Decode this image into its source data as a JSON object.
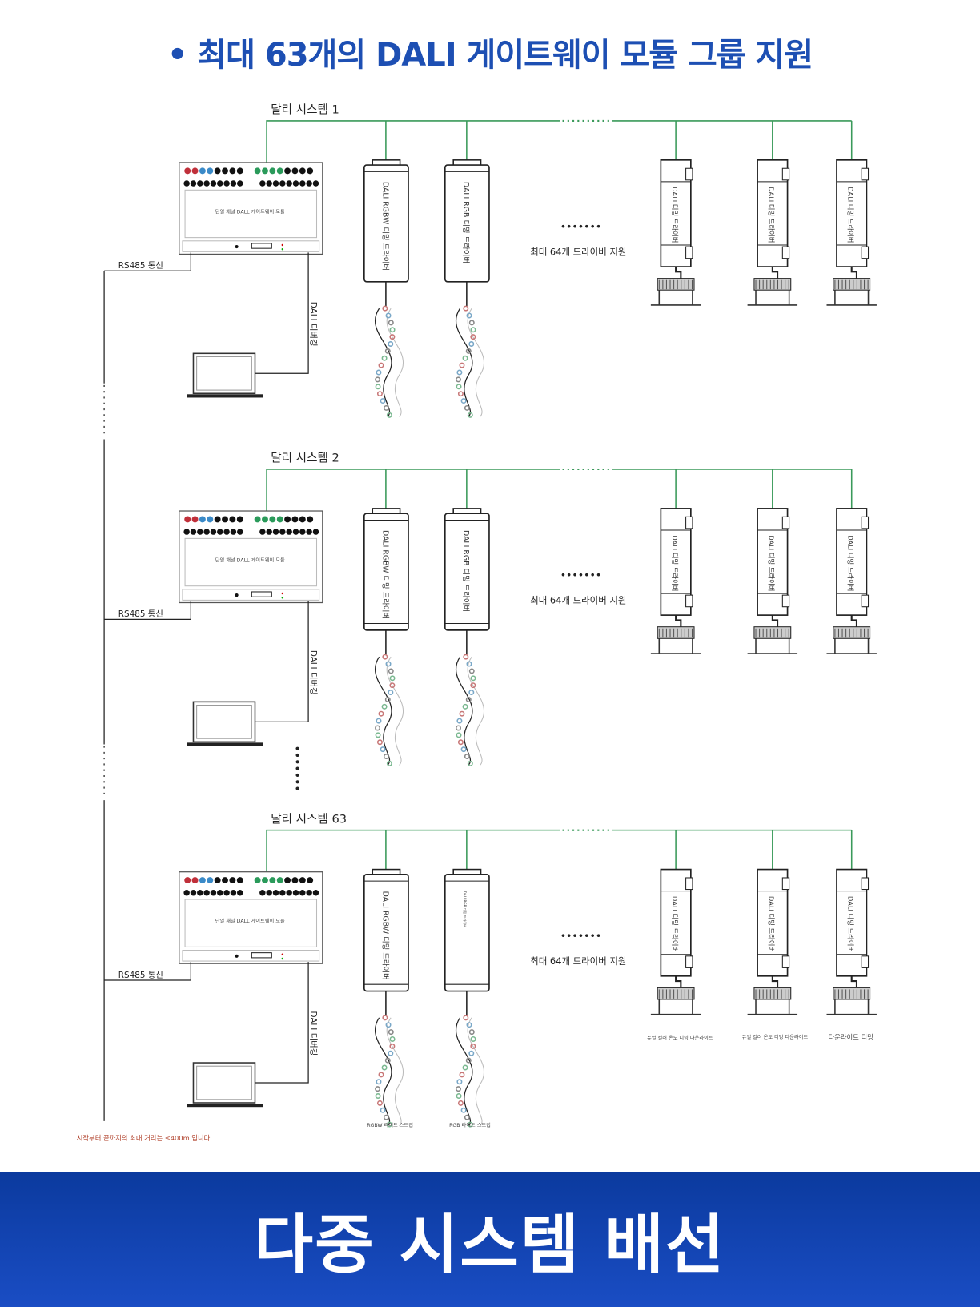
{
  "header": {
    "title": "• 최대 63개의 DALI 게이트웨이 모듈 그룹 지원"
  },
  "colors": {
    "bus": "#3a9a5a",
    "title": "#1d4fb3",
    "note": "#b0402a"
  },
  "systems": [
    {
      "title": "달리 시스템 1"
    },
    {
      "title": "달리 시스템 2"
    },
    {
      "title": "달리 시스템 63"
    }
  ],
  "gateway_label": "단일 채널 DALL 게이트웨이 모듈",
  "rs485_label": "RS485 통신",
  "debug_label": "DALI 디버깅",
  "rgbw_driver_label": "DALI RGBW 디밍 드라이버",
  "rgb_driver_label": "DALI RGB 디밍 드라이버",
  "dim_driver_label": "DALI 디밍 드라이버",
  "ellipsis": "•••••••",
  "max_drivers": "최대 64개 드라이버 지원",
  "bottom_labels": {
    "rgbw_strip": "RGBW 라이트 스트립",
    "rgb_strip": "RGB 라이트 스트립",
    "downlight1": "듀얼 컬러 온도 디밍 다운라이트",
    "downlight2": "듀얼 컬러 온도 디밍 다운라이트",
    "downlight3": "다운라이트 디밍"
  },
  "note": "시작부터 끝까지의 최대 거리는 ≤400m 입니다.",
  "footer": {
    "title": "다중 시스템 배선"
  }
}
